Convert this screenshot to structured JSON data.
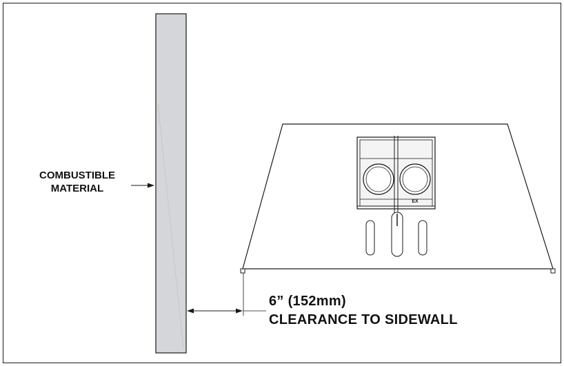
{
  "labels": {
    "combustible_line1": "COMBUSTIBLE",
    "combustible_line2": "MATERIAL",
    "clearance_value": "6” (152mm)",
    "clearance_text": "CLEARANCE TO SIDEWALL",
    "exhaust_marking": "EX"
  },
  "colors": {
    "line": "#1a1a1a",
    "wall_fill": "#d4d6d9",
    "vent_cap_fill": "#f4f4f4"
  }
}
